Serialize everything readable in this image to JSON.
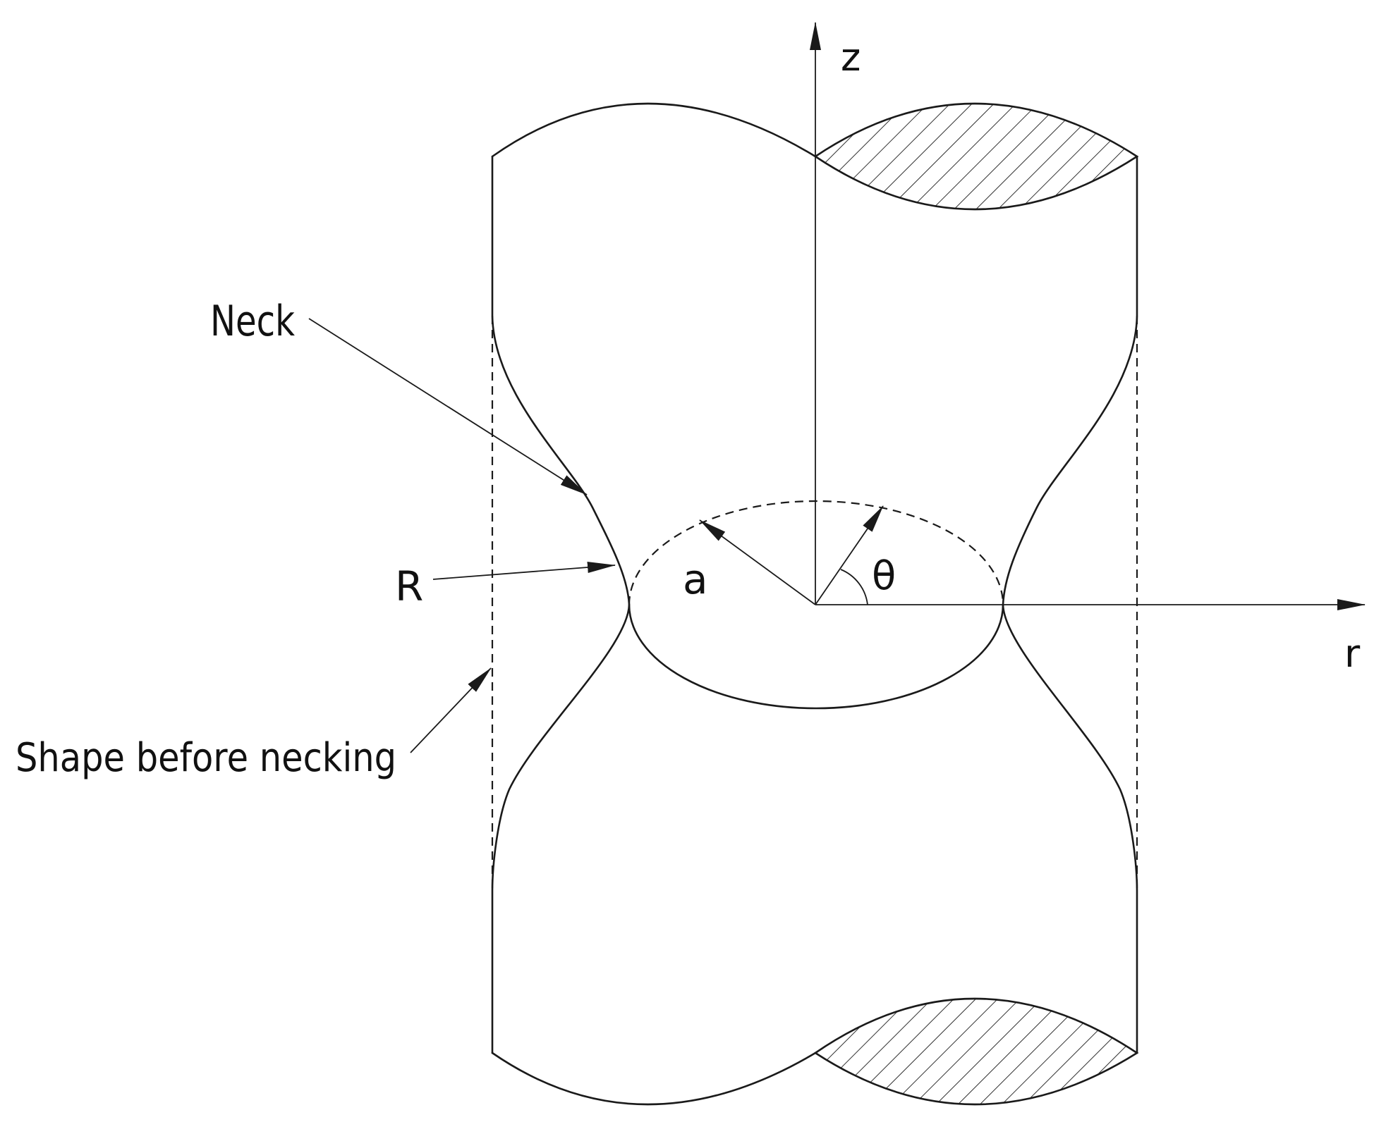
{
  "labels": {
    "z_axis": "z",
    "r_axis": "r",
    "neck": "Neck",
    "radius_R": "R",
    "radius_a": "a",
    "angle_theta": "θ",
    "shape_before": "Shape before necking"
  },
  "colors": {
    "line": "#1a1a1a",
    "background": "#ffffff"
  }
}
